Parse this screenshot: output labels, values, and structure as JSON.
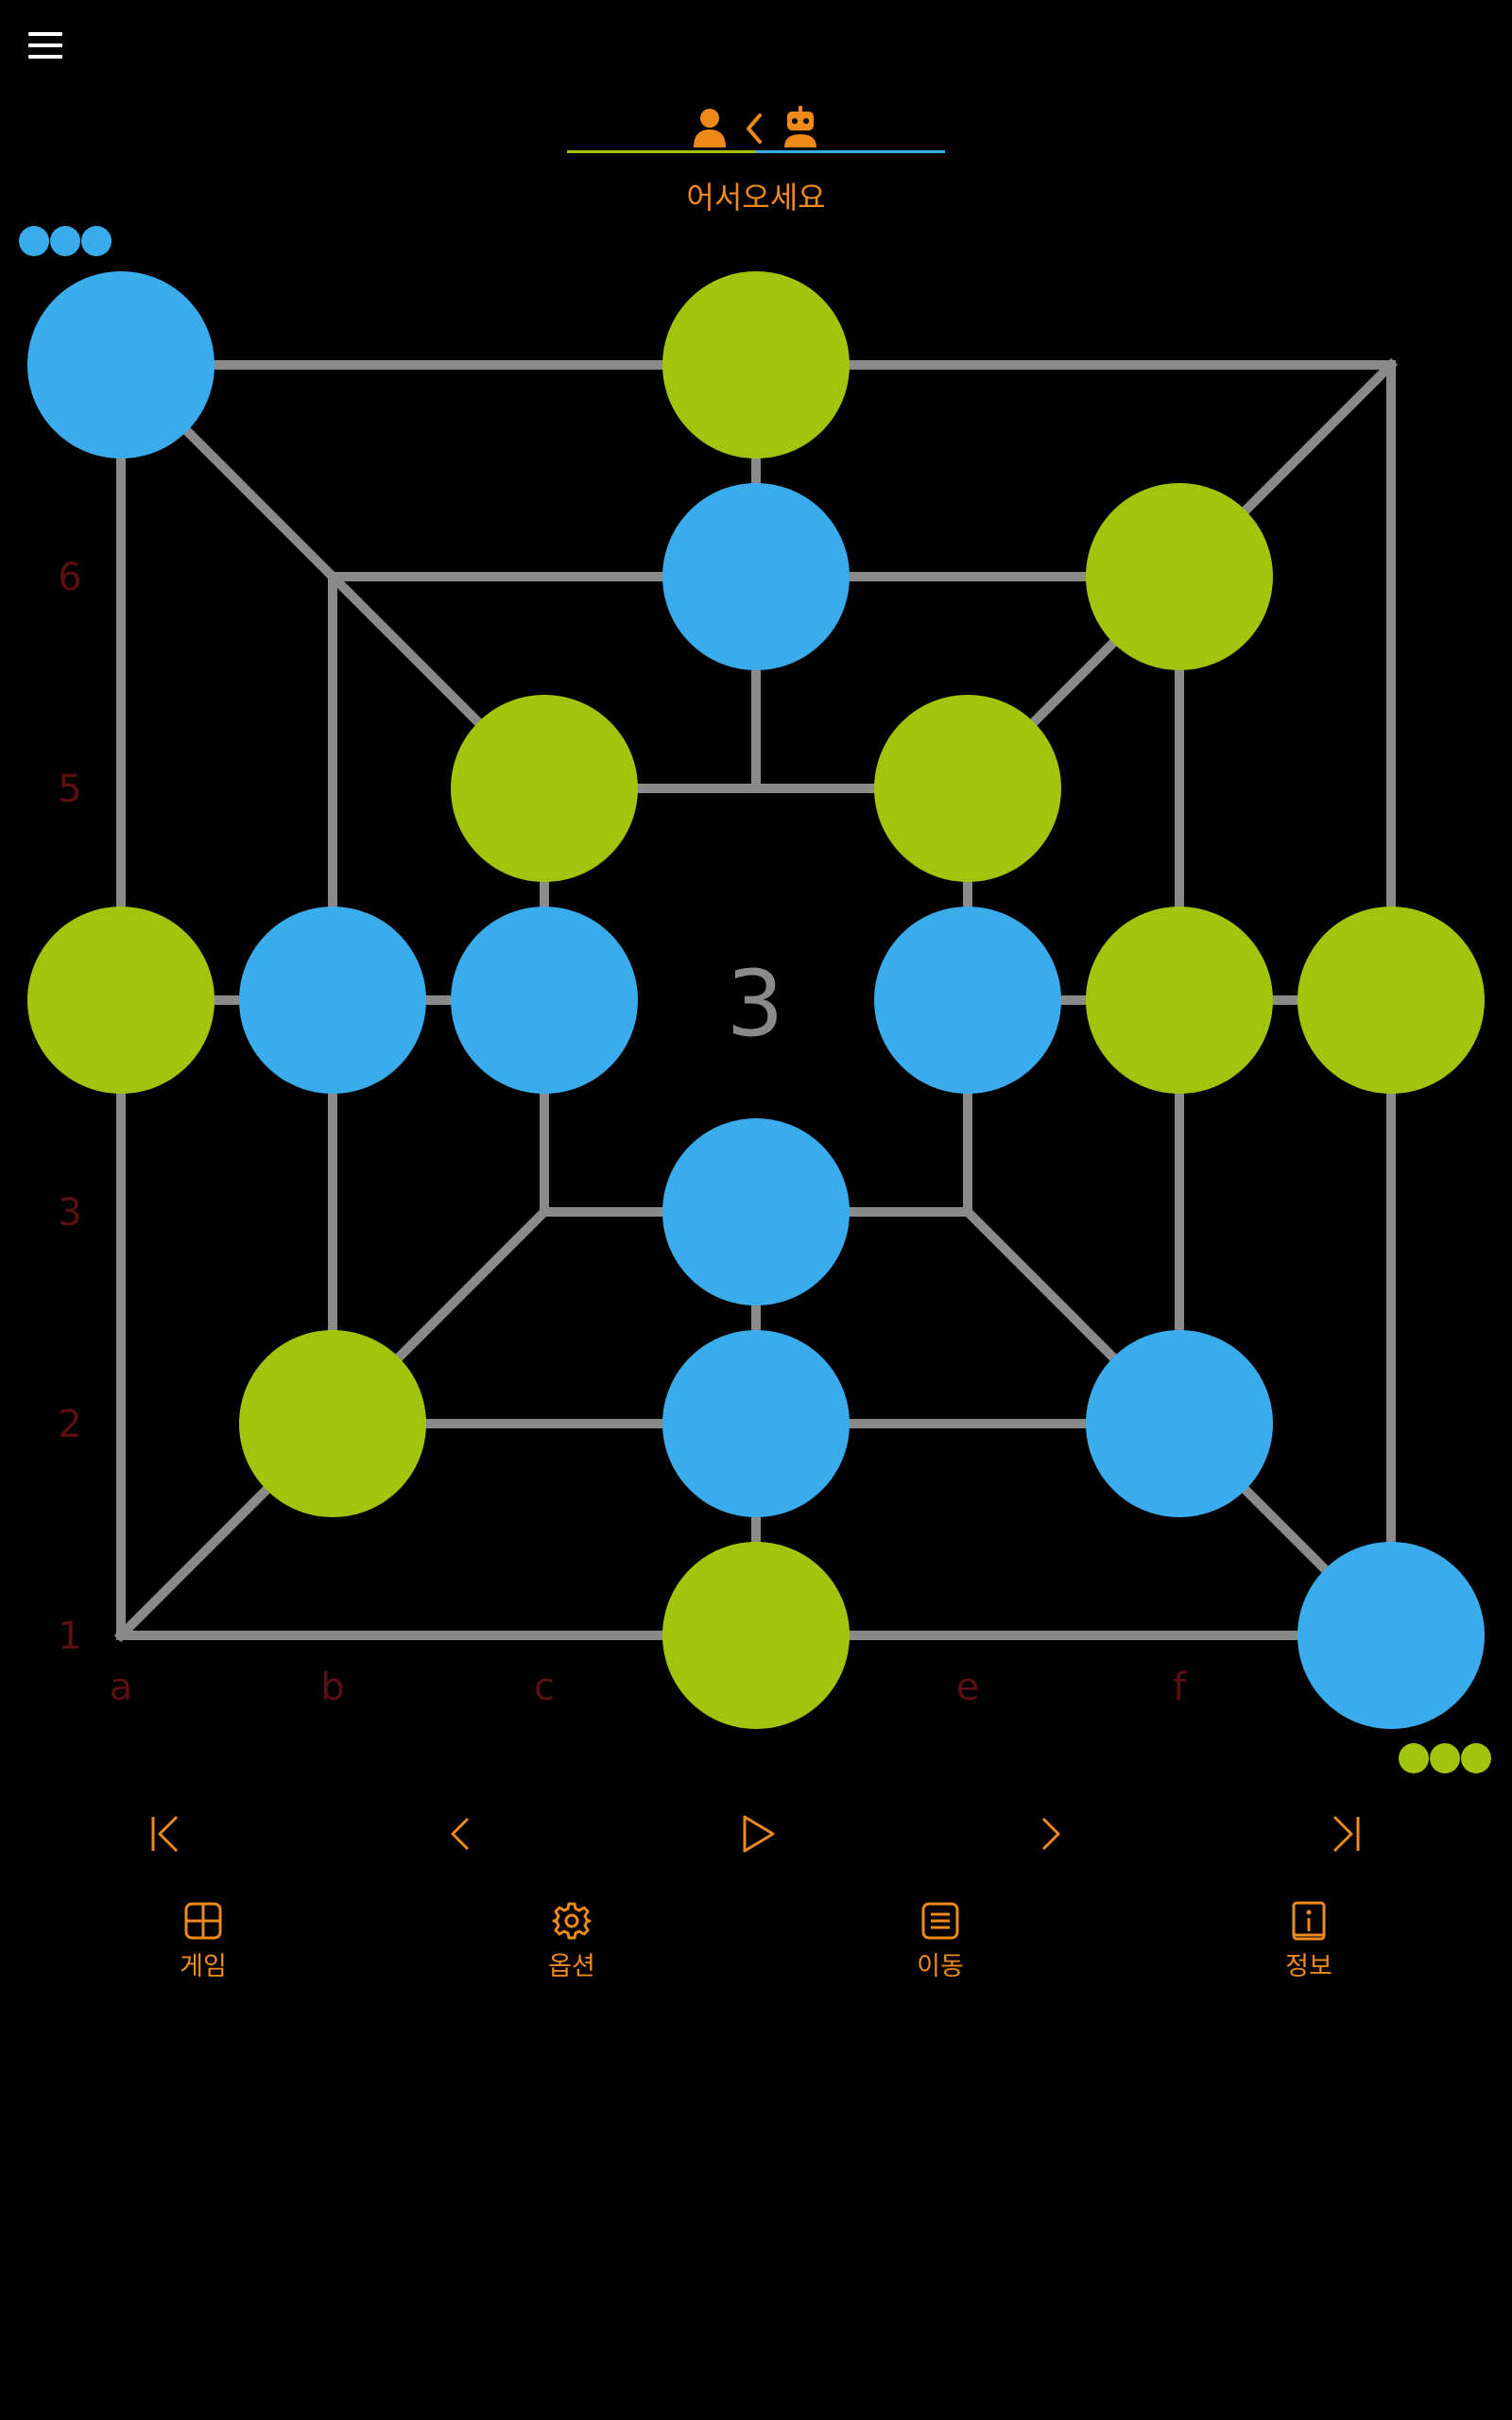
{
  "header": {
    "welcome_text": "어서오세요",
    "player_icon": "person-icon",
    "turn_icon": "chevron-left-icon",
    "robot_icon": "robot-icon"
  },
  "board": {
    "center_count": "3",
    "rank_labels": [
      "6",
      "5",
      "3",
      "2",
      "1"
    ],
    "file_labels": [
      "a",
      "b",
      "c",
      "e",
      "f"
    ],
    "colors": {
      "blue": "#3aaceb",
      "green": "#a2c40c",
      "line": "#8a8a8a",
      "label": "#5a1010",
      "accent": "#ee8a1a"
    },
    "pieces": [
      {
        "point": "a7",
        "color": "blue"
      },
      {
        "point": "d7",
        "color": "green"
      },
      {
        "point": "d6",
        "color": "blue"
      },
      {
        "point": "f6",
        "color": "green"
      },
      {
        "point": "c5",
        "color": "green"
      },
      {
        "point": "e5",
        "color": "green"
      },
      {
        "point": "a4",
        "color": "green"
      },
      {
        "point": "b4",
        "color": "blue"
      },
      {
        "point": "c4",
        "color": "blue"
      },
      {
        "point": "e4",
        "color": "blue"
      },
      {
        "point": "f4",
        "color": "green"
      },
      {
        "point": "g4",
        "color": "green"
      },
      {
        "point": "d3",
        "color": "blue"
      },
      {
        "point": "b2",
        "color": "green"
      },
      {
        "point": "d2",
        "color": "blue"
      },
      {
        "point": "f2",
        "color": "blue"
      },
      {
        "point": "d1",
        "color": "green"
      },
      {
        "point": "g1",
        "color": "blue"
      }
    ]
  },
  "reserves": {
    "top_left": {
      "color": "blue",
      "count": 3
    },
    "bottom_right": {
      "color": "green",
      "count": 3
    }
  },
  "navigation": [
    {
      "name": "first-move-button",
      "icon": "skip-back-icon"
    },
    {
      "name": "previous-move-button",
      "icon": "chevron-left-icon"
    },
    {
      "name": "play-button",
      "icon": "play-icon"
    },
    {
      "name": "next-move-button",
      "icon": "chevron-right-icon"
    },
    {
      "name": "last-move-button",
      "icon": "skip-forward-icon"
    }
  ],
  "bottom_nav": [
    {
      "label": "게임",
      "icon": "grid-icon"
    },
    {
      "label": "옵션",
      "icon": "gear-icon"
    },
    {
      "label": "이동",
      "icon": "list-icon"
    },
    {
      "label": "정보",
      "icon": "info-icon"
    }
  ]
}
